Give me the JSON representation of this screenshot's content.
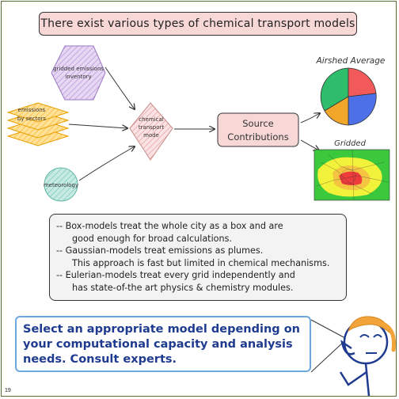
{
  "title": "There exist various types of chemical transport models",
  "nodes": {
    "gridded_emissions": [
      "gridded emissions",
      "inventory"
    ],
    "emissions_by_sectors": [
      "emissions",
      "by sectors"
    ],
    "meteorology": "meteorology",
    "ctm": [
      "chemical",
      "transport",
      "mode"
    ],
    "source_contributions": [
      "Source",
      "Contributions"
    ]
  },
  "outputs": {
    "airshed_label": "Airshed Average",
    "gridded_label": "Gridded"
  },
  "notes": [
    "-- Box-models treat the whole city as a box and are",
    "good enough for broad calculations.",
    "-- Gaussian-models treat emissions as plumes.",
    "This approach is fast but limited in chemical mechanisms.",
    "-- Eulerian-models treat every grid independently and",
    "has state-of-the art physics & chemistry modules."
  ],
  "callout": [
    "Select an appropriate model depending on",
    "your computational capacity and analysis",
    "needs. Consult experts."
  ],
  "page_number": "19",
  "colors": {
    "title_bg": "#f8d7d7",
    "hexagon": "#d9c3ec",
    "stack": "#ffd37a",
    "circle": "#a8ddd3",
    "diamond": "#f5d0d0",
    "source_box": "#f8d7d7",
    "callout_text": "#1f3b8f",
    "callout_border": "#6fa8dc",
    "pie": [
      "#2ebd6b",
      "#f25a5a",
      "#4d6fe8",
      "#f2a62a"
    ]
  }
}
